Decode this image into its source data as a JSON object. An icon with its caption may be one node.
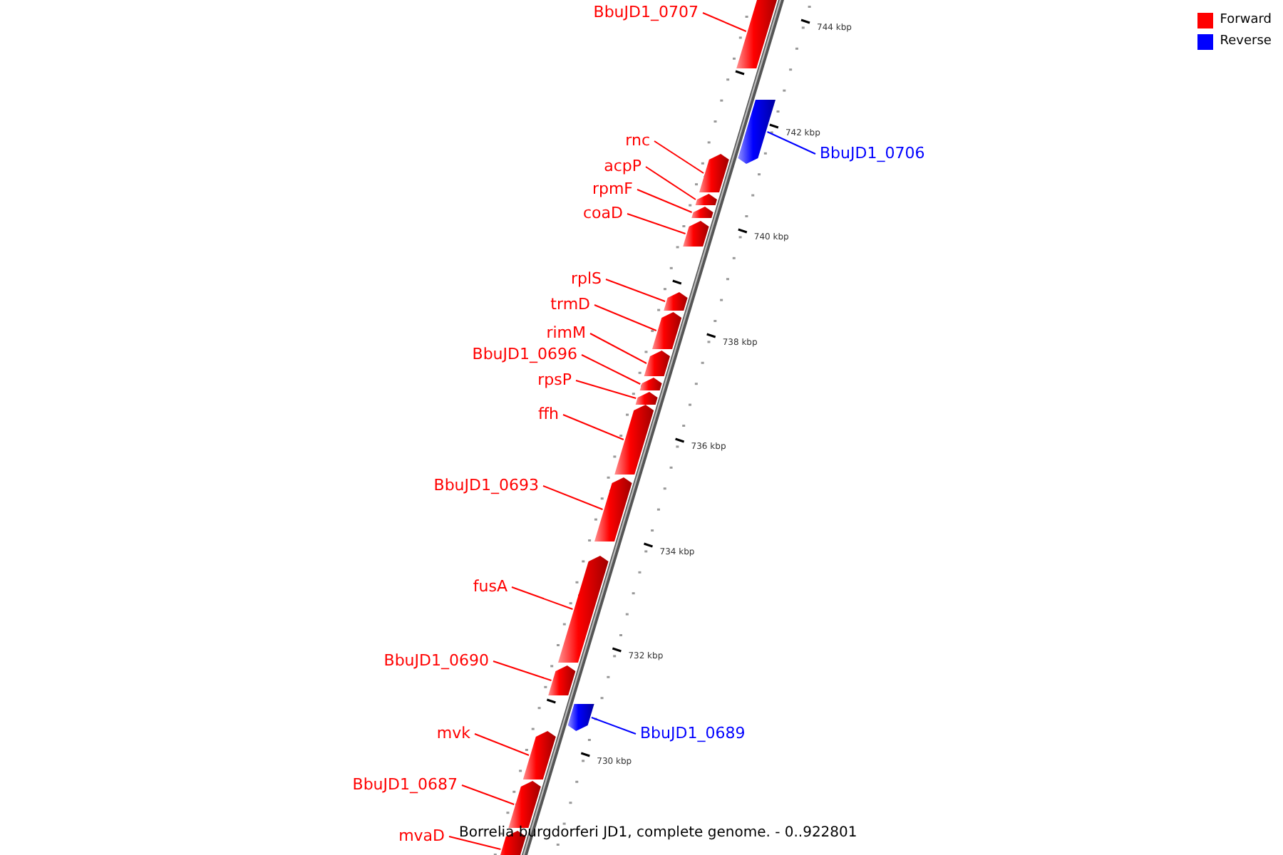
{
  "diagram": {
    "caption": "Borrelia burgdorferi JD1, complete genome. - 0..922801",
    "nodes": [
      {
        "text": [
          "BbuJD1_0707"
        ]
      },
      {
        "text": [],
        "shape": "bar"
      },
      {
        "text": [
          "BbuJD1_0706"
        ]
      },
      {
        "text": [],
        "shape": "bar"
      },
      {
        "text": [
          "rnc"
        ]
      },
      {
        "text": [],
        "shape": "bar"
      },
      {
        "text": [
          "acpP"
        ]
      },
      {
        "text": [],
        "shape": "bar"
      },
      {
        "text": [
          "rpmF"
        ]
      },
      {
        "text": [],
        "shape": "bar"
      },
      {
        "text": [
          "coaD"
        ]
      },
      {
        "text": [],
        "shape": "bar"
      },
      {
        "text": [
          "rplS"
        ]
      },
      {
        "text": [],
        "shape": "bar"
      },
      {
        "text": [
          "trmD"
        ]
      },
      {
        "text": [],
        "shape": "bar"
      },
      {
        "text": [
          "rimM"
        ]
      },
      {
        "text": [],
        "shape": "bar"
      },
      {
        "text": [
          "BbuJD1_0696"
        ]
      },
      {
        "text": [],
        "shape": "bar"
      },
      {
        "text": [
          "rpsP"
        ]
      },
      {
        "text": [],
        "shape": "bar"
      },
      {
        "text": [
          "ffh"
        ]
      },
      {
        "text": [],
        "shape": "bar"
      },
      {
        "text": [
          "BbuJD1_0693"
        ]
      },
      {
        "text": [],
        "shape": "bar"
      },
      {
        "text": [
          "fusA"
        ]
      },
      {
        "text": [],
        "shape": "bar"
      },
      {
        "text": [
          "BbuJD1_0690"
        ]
      },
      {
        "text": [],
        "shape": "bar"
      },
      {
        "text": [
          "BbuJD1_0689"
        ]
      },
      {
        "text": [],
        "shape": "bar"
      },
      {
        "text": [
          "mvk"
        ]
      },
      {
        "text": [],
        "shape": "bar"
      },
      {
        "text": [
          "BbuJD1_0687"
        ]
      },
      {
        "text": [],
        "shape": "bar"
      },
      {
        "text": [
          "mvaD"
        ]
      },
      {
        "text": [],
        "shape": "bar"
      },
      {
        "text": [],
        "shape": "bar"
      }
    ],
    "edges": [
      {
        "from": 0,
        "to": 1,
        "arrow": "none"
      },
      {
        "from": 2,
        "to": 3,
        "arrow": "none",
        "color": "#0000ff"
      },
      {
        "from": 4,
        "to": 5,
        "arrow": "none"
      },
      {
        "from": 6,
        "to": 7,
        "arrow": "none"
      },
      {
        "from": 8,
        "to": 9,
        "arrow": "none"
      },
      {
        "from": 10,
        "to": 11,
        "arrow": "none"
      },
      {
        "from": 12,
        "to": 13,
        "arrow": "none"
      },
      {
        "from": 14,
        "to": 15,
        "arrow": "none"
      },
      {
        "from": 16,
        "to": 17,
        "arrow": "none"
      },
      {
        "from": 18,
        "to": 19,
        "arrow": "none"
      },
      {
        "from": 20,
        "to": 21,
        "arrow": "none"
      },
      {
        "from": 22,
        "to": 23,
        "arrow": "none"
      },
      {
        "from": 24,
        "to": 25,
        "arrow": "none"
      },
      {
        "from": 26,
        "to": 27,
        "arrow": "none"
      },
      {
        "from": 28,
        "to": 29,
        "arrow": "none"
      },
      {
        "from": 30,
        "to": 31,
        "arrow": "none",
        "color": "#0000ff"
      },
      {
        "from": 32,
        "to": 33,
        "arrow": "none"
      },
      {
        "from": 34,
        "to": 35,
        "arrow": "none"
      },
      {
        "from": 36,
        "to": 37,
        "arrow": "none"
      }
    ],
    "labels": [
      "744 kbp",
      "742 kbp",
      "740 kbp",
      "738 kbp",
      "736 kbp",
      "734 kbp",
      "732 kbp",
      "730 kbp"
    ],
    "legend": [
      {
        "text": "Forward",
        "color": "#ff0000"
      },
      {
        "text": "Reverse",
        "color": "#0000ff"
      }
    ]
  }
}
